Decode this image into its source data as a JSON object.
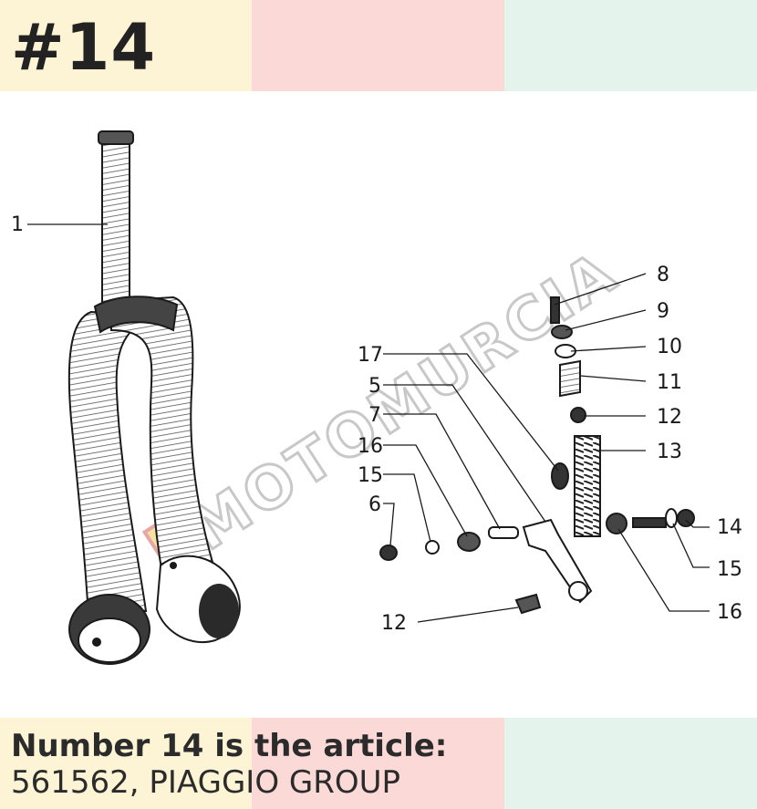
{
  "header": {
    "part_number": "#14"
  },
  "caption": {
    "line1": "Number 14 is the article:",
    "line2": "561562, PIAGGIO GROUP"
  },
  "watermark": {
    "text": "MOTOMURCIA"
  },
  "diagram": {
    "callouts": [
      "1",
      "8",
      "9",
      "10",
      "11",
      "12",
      "13",
      "14",
      "15",
      "16",
      "17",
      "5",
      "7",
      "16",
      "15",
      "6",
      "12"
    ]
  },
  "colors": {
    "band_yellow": "#fdf4d6",
    "band_pink": "#fbd9d7",
    "band_green": "#e4f3eb",
    "ink": "#1a1a1a"
  }
}
